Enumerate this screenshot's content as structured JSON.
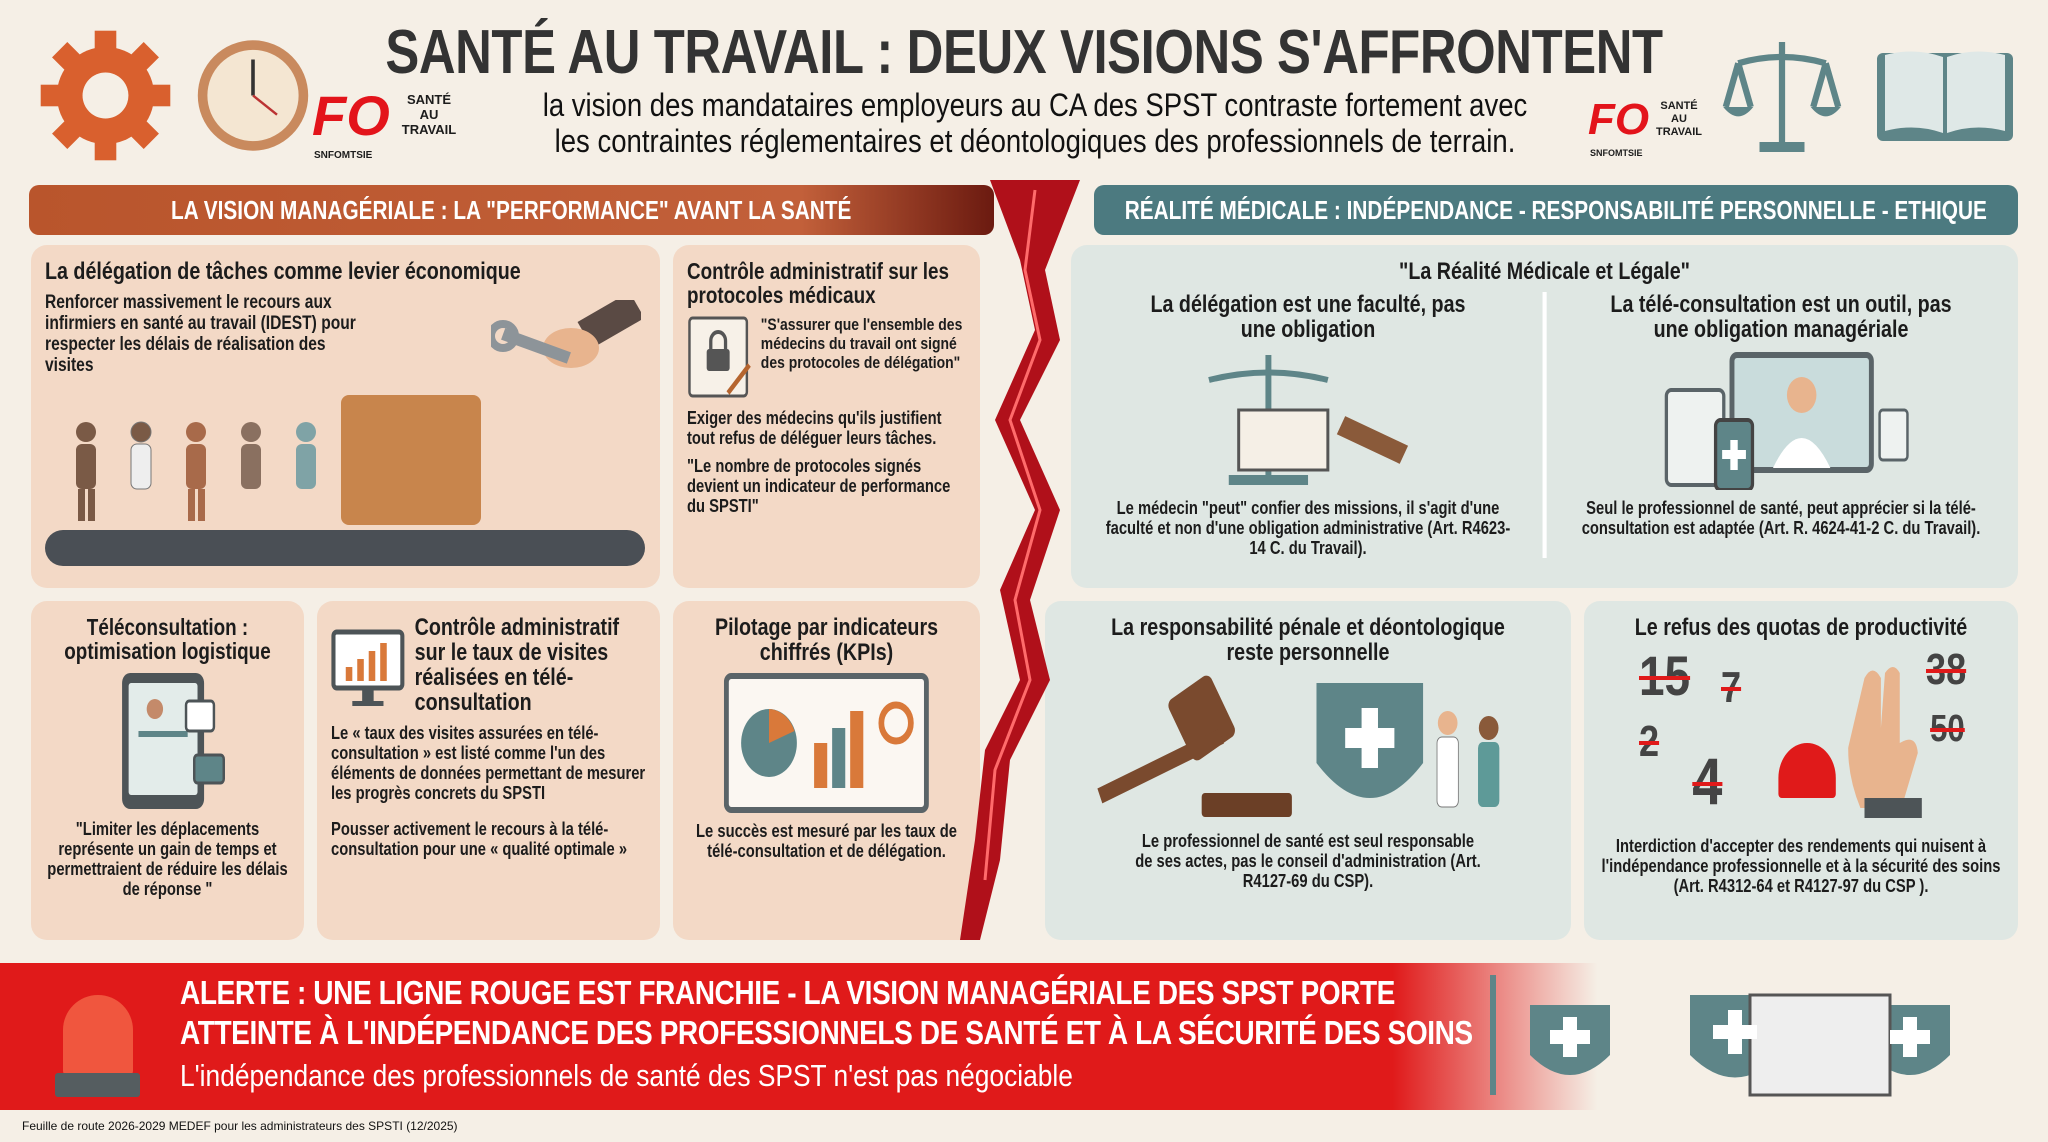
{
  "header": {
    "title": "SANTÉ AU TRAVAIL : DEUX VISIONS S'AFFRONTENT",
    "subtitle_line1": "la vision des mandataires employeurs au CA des SPST contraste fortement avec",
    "subtitle_line2": "les contraintes réglementaires et déontologiques des professionnels de terrain.",
    "logo": {
      "fo": "FO",
      "sante": "SANTÉ AU TRAVAIL",
      "org": "SNFOMTSIE"
    }
  },
  "banners": {
    "left": "LA VISION MANAGÉRIALE : LA \"PERFORMANCE\" AVANT LA SANTÉ",
    "right": "RÉALITÉ MÉDICALE : INDÉPENDANCE - RESPONSABILITÉ PERSONNELLE - ETHIQUE"
  },
  "left_panels": {
    "delegation": {
      "title": "La délégation de tâches comme levier économique",
      "text": "Renforcer massivement le recours aux infirmiers en santé au travail (IDEST) pour respecter les délais de réalisation des visites"
    },
    "controle_protocoles": {
      "title": "Contrôle administratif sur les protocoles médicaux",
      "quote1": "\"S'assurer que l'ensemble des médecins du travail ont signé des protocoles de délégation\"",
      "text": "Exiger des médecins qu'ils justifient tout refus de déléguer leurs tâches.",
      "quote2": "\"Le nombre de protocoles signés devient un indicateur de performance du SPSTI\""
    },
    "teleconsultation": {
      "title": "Téléconsultation : optimisation logistique",
      "quote": "\"Limiter les déplacements représente un gain de temps et permettraient de réduire les délais de réponse \""
    },
    "controle_taux": {
      "title": "Contrôle administratif sur le taux de visites réalisées en télé-consultation",
      "text1": "Le « taux des visites assurées en télé-consultation » est listé comme l'un des éléments de données permettant de mesurer les progrès concrets du SPSTI",
      "text2": "Pousser activement le recours à la télé-consultation pour une « qualité optimale »"
    },
    "kpi": {
      "title": "Pilotage par indicateurs chiffrés (KPIs)",
      "text": "Le succès est mesuré par les taux de télé-consultation et de délégation."
    }
  },
  "right_panels": {
    "heading": "\"La Réalité Médicale et Légale\"",
    "delegation": {
      "title": "La délégation est une faculté, pas une obligation",
      "text": "Le médecin \"peut\" confier des missions, il s'agit d'une faculté et non d'une obligation administrative (Art. R4623-14 C. du Travail)."
    },
    "teleconsultation": {
      "title": "La télé-consultation est un outil, pas une obligation managériale",
      "text": "Seul le professionnel de santé, peut apprécier si la télé-consultation est adaptée (Art. R. 4624-41-2 C. du Travail)."
    },
    "responsabilite": {
      "title": "La responsabilité pénale et déontologique reste personnelle",
      "text": "Le professionnel de santé est seul responsable de ses actes, pas le conseil d'administration (Art. R4127-69 du CSP)."
    },
    "quotas": {
      "title": "Le refus des quotas de productivité",
      "numbers": [
        "15",
        "7",
        "2",
        "4",
        "38",
        "50"
      ],
      "text": "Interdiction d'accepter des rendements qui nuisent à l'indépendance professionnelle et à la sécurité des soins (Art. R4312-64 et R4127-97 du CSP )."
    }
  },
  "alert": {
    "line1": "ALERTE : UNE LIGNE ROUGE EST FRANCHIE - LA VISION MANAGÉRIALE DES SPST PORTE",
    "line2": "ATTEINTE À L'INDÉPENDANCE DES PROFESSIONNELS DE SANTÉ ET À LA SÉCURITÉ DES SOINS",
    "line3": "L'indépendance des professionnels de santé des SPST n'est pas négociable"
  },
  "footnote": "Feuille de route 2026-2029 MEDEF pour les administrateurs des SPSTI (12/2025)",
  "colors": {
    "orange": "#b9552c",
    "teal": "#4c7a80",
    "red": "#e01a1a",
    "bg": "#f5efe6"
  }
}
